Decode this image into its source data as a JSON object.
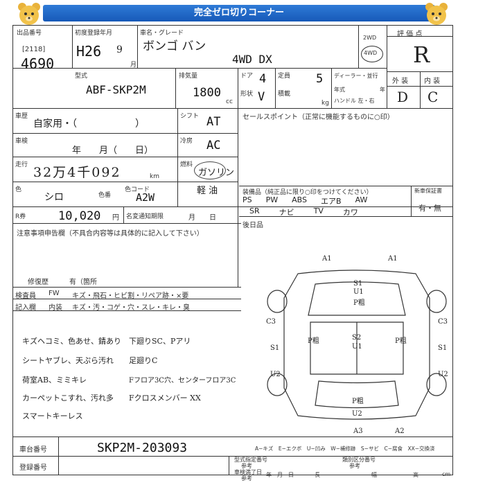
{
  "header": {
    "title": "完全ゼロ切りコーナー"
  },
  "lot": {
    "label": "出品番号",
    "sub_code": "[2118]",
    "number": "4690"
  },
  "first_reg": {
    "label": "初度登録年月",
    "era_year": "H26",
    "month": "9",
    "month_unit": "月"
  },
  "car_name": {
    "label": "車名・グレード",
    "name": "ボンゴ バン",
    "grade": "4WD DX"
  },
  "drive": {
    "opt1": "2WD",
    "opt2": "4WD"
  },
  "score": {
    "label": "評 価 点",
    "value": "R",
    "ext_label": "外 装",
    "int_label": "内 装",
    "ext_value": "D",
    "int_value": "C"
  },
  "model": {
    "label": "型式",
    "value": "ABF-SKP2M"
  },
  "displacement": {
    "label": "排気量",
    "value": "1800",
    "unit": "cc"
  },
  "doors": {
    "label": "ドア",
    "value": "4"
  },
  "capacity": {
    "label": "定員",
    "value": "5"
  },
  "shape": {
    "label": "形状",
    "value": "V"
  },
  "load": {
    "label": "積載",
    "unit": "kg"
  },
  "dealer": {
    "label": "ディーラー・並行",
    "year_label": "年式",
    "year_unit": "年",
    "handle_label": "ハンドル 左・右"
  },
  "history": {
    "label": "車歴",
    "value": "自家用・（　　　　　　）"
  },
  "shift": {
    "label": "シフト",
    "value": "AT"
  },
  "inspection": {
    "label": "車検",
    "value": "年　　月（　　日）"
  },
  "aircon": {
    "label": "冷房",
    "value": "AC"
  },
  "mileage": {
    "label": "走行",
    "value": "32万4千092",
    "unit": "km"
  },
  "fuel": {
    "label": "燃料",
    "value": "ガソリン",
    "sub": "軽 油"
  },
  "color": {
    "label": "色",
    "value": "シロ",
    "num_label": "色番",
    "code_label": "色コード",
    "code": "A2W"
  },
  "recycle": {
    "label": "R券",
    "value": "10,020",
    "unit": "円",
    "notice_label": "名変通知期限",
    "notice_value": "月　　日"
  },
  "sales_point": {
    "label": "セールスポイント（正常に機能するものに○印）"
  },
  "equipment": {
    "label": "装備品（純正品に限り○印をつけてください）",
    "row1": [
      "PS",
      "PW",
      "ABS",
      "エアB",
      "AW"
    ],
    "row2": [
      "SR",
      "ナビ",
      "TV",
      "カワ",
      ""
    ]
  },
  "new_car_warranty": {
    "label": "新車保証書",
    "value": "有・無"
  },
  "rear_seat": {
    "label": "後日品"
  },
  "caution": {
    "label": "注意事項申告欄（不具合内容等は具体的に記入して下さい）"
  },
  "repair": {
    "label": "修復歴",
    "value": "有（箇所"
  },
  "inspector": {
    "label": "検査員",
    "fw": "FW",
    "items1": "キズ・飛石・ヒビ割・リペア跡・×要"
  },
  "notes_label": {
    "label": "記入欄",
    "interior": "内装",
    "items2": "キズ・汚・コゲ・穴・スレ・キレ・臭"
  },
  "handwritten": {
    "left": [
      "キズヘコミ、色あせ、錆あり",
      "シートヤブレ、天ぷら汚れ",
      "荷室AB、ミミキレ",
      "カーペットこすれ、汚れ多",
      "スマートキーレス"
    ],
    "right": [
      "下廻りSC、Pアリ",
      "足廻りC",
      "Fフロア3C穴、センターフロア3C",
      "Fクロスメンバー XX"
    ]
  },
  "diagram_marks": [
    "A1",
    "A1",
    "S1",
    "U1",
    "P粗",
    "C3",
    "C3",
    "S1",
    "P粗",
    "S2",
    "U1",
    "P粗",
    "S1",
    "U2",
    "U2",
    "P粗",
    "U2",
    "A3",
    "A2"
  ],
  "legend": "A−キズ　E−エクボ　U−凹み　W−補修跡　S−サビ　C−腐食　XX−交換済",
  "chassis": {
    "label": "車台番号",
    "value": "SKP2M-203093"
  },
  "reg_number": {
    "label": "登録番号"
  },
  "type_cert": {
    "label": "型式指定番号",
    "sub": "参考",
    "cat_label": "類別区分番号",
    "cat_sub": "参考"
  },
  "expiry": {
    "label": "車検満了日",
    "sub": "参考",
    "unit": "年　月　日"
  },
  "size": {
    "len": "長",
    "wid": "幅",
    "hgt": "高",
    "unit": "cm"
  }
}
